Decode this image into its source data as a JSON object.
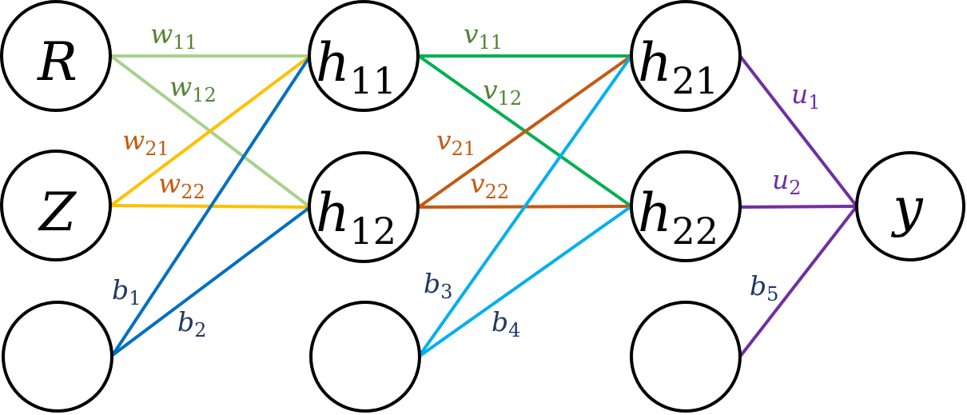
{
  "nodes": {
    "R": {
      "main": "R",
      "sub": ""
    },
    "Z": {
      "main": "Z",
      "sub": ""
    },
    "b_in": {
      "main": "",
      "sub": ""
    },
    "h11": {
      "main": "h",
      "sub": "11"
    },
    "h12": {
      "main": "h",
      "sub": "12"
    },
    "b_h1": {
      "main": "",
      "sub": ""
    },
    "h21": {
      "main": "h",
      "sub": "21"
    },
    "h22": {
      "main": "h",
      "sub": "22"
    },
    "b_h2": {
      "main": "",
      "sub": ""
    },
    "y": {
      "main": "y",
      "sub": ""
    }
  },
  "edges": {
    "w11": {
      "main": "w",
      "sub": "11",
      "color": "#a9d18e",
      "label_color": "#548235"
    },
    "w12": {
      "main": "w",
      "sub": "12",
      "color": "#a9d18e",
      "label_color": "#548235"
    },
    "w21": {
      "main": "w",
      "sub": "21",
      "color": "#ffc000",
      "label_color": "#c55a11"
    },
    "w22": {
      "main": "w",
      "sub": "22",
      "color": "#ffc000",
      "label_color": "#c55a11"
    },
    "b1": {
      "main": "b",
      "sub": "1",
      "color": "#0070c0",
      "label_color": "#1f3864"
    },
    "b2": {
      "main": "b",
      "sub": "2",
      "color": "#0070c0",
      "label_color": "#1f3864"
    },
    "v11": {
      "main": "v",
      "sub": "11",
      "color": "#00b050",
      "label_color": "#548235"
    },
    "v12": {
      "main": "v",
      "sub": "12",
      "color": "#00b050",
      "label_color": "#548235"
    },
    "v21": {
      "main": "v",
      "sub": "21",
      "color": "#c55a11",
      "label_color": "#c55a11"
    },
    "v22": {
      "main": "v",
      "sub": "22",
      "color": "#c55a11",
      "label_color": "#c55a11"
    },
    "b3": {
      "main": "b",
      "sub": "3",
      "color": "#00b0f0",
      "label_color": "#1f3864"
    },
    "b4": {
      "main": "b",
      "sub": "4",
      "color": "#00b0f0",
      "label_color": "#1f3864"
    },
    "u1": {
      "main": "u",
      "sub": "1",
      "color": "#7030a0",
      "label_color": "#7030a0"
    },
    "u2": {
      "main": "u",
      "sub": "2",
      "color": "#7030a0",
      "label_color": "#7030a0"
    },
    "b5": {
      "main": "b",
      "sub": "5",
      "color": "#7030a0",
      "label_color": "#1f3864"
    }
  }
}
